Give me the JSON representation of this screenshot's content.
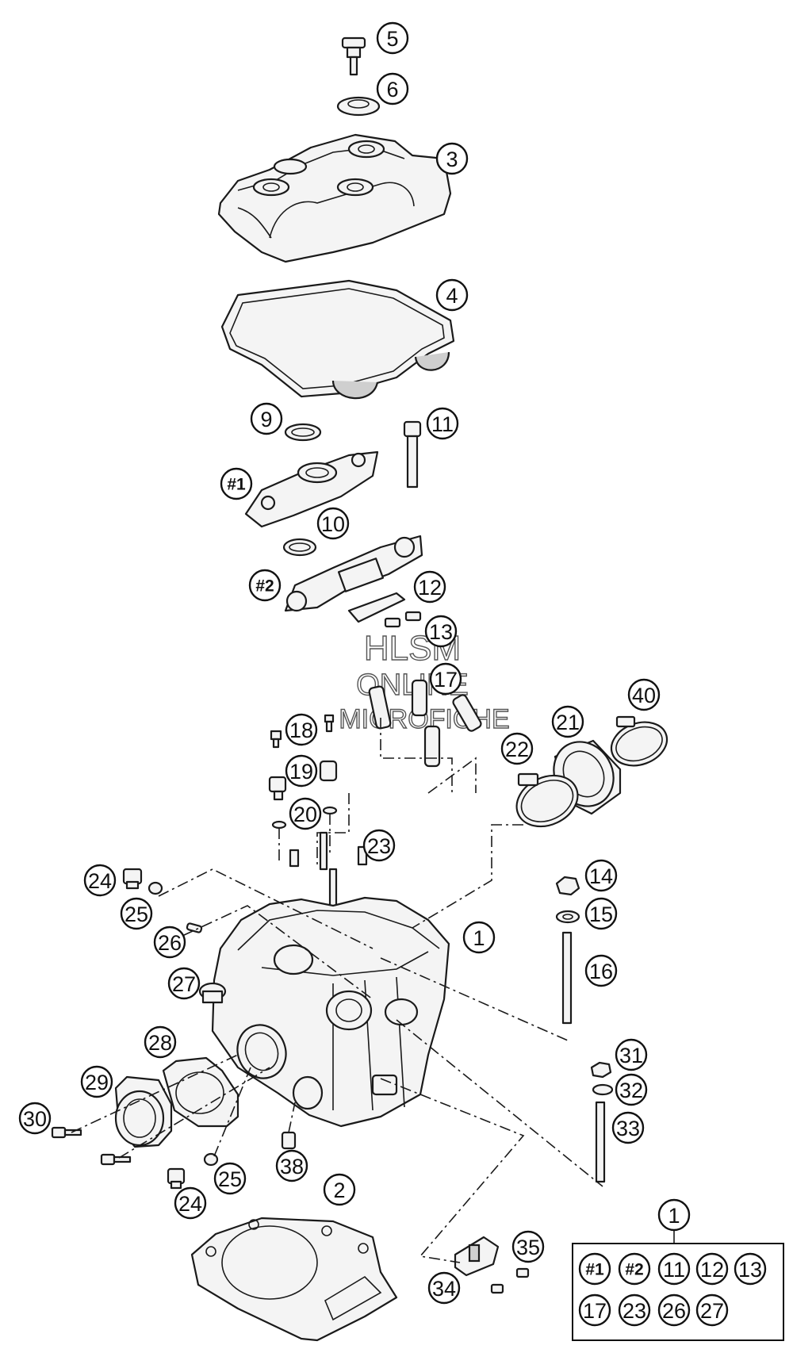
{
  "watermark": {
    "line1": "HLSM",
    "line2": "ONLINE",
    "line3": "MICROFICHE"
  },
  "callouts": [
    {
      "label": "5"
    },
    {
      "label": "6"
    },
    {
      "label": "3"
    },
    {
      "label": "4"
    },
    {
      "label": "9"
    },
    {
      "label": "11"
    },
    {
      "label": "#1"
    },
    {
      "label": "10"
    },
    {
      "label": "#2"
    },
    {
      "label": "12"
    },
    {
      "label": "13"
    },
    {
      "label": "17"
    },
    {
      "label": "18"
    },
    {
      "label": "19"
    },
    {
      "label": "20"
    },
    {
      "label": "21"
    },
    {
      "label": "22"
    },
    {
      "label": "40"
    },
    {
      "label": "23"
    },
    {
      "label": "24"
    },
    {
      "label": "25"
    },
    {
      "label": "26"
    },
    {
      "label": "1"
    },
    {
      "label": "14"
    },
    {
      "label": "15"
    },
    {
      "label": "16"
    },
    {
      "label": "27"
    },
    {
      "label": "28"
    },
    {
      "label": "29"
    },
    {
      "label": "30"
    },
    {
      "label": "31"
    },
    {
      "label": "32"
    },
    {
      "label": "33"
    },
    {
      "label": "38"
    },
    {
      "label": "25"
    },
    {
      "label": "24"
    },
    {
      "label": "2"
    },
    {
      "label": "35"
    },
    {
      "label": "34"
    }
  ],
  "kit": {
    "label": "1",
    "items": [
      "#1",
      "#2",
      "11",
      "12",
      "13",
      "17",
      "23",
      "26",
      "27"
    ]
  }
}
